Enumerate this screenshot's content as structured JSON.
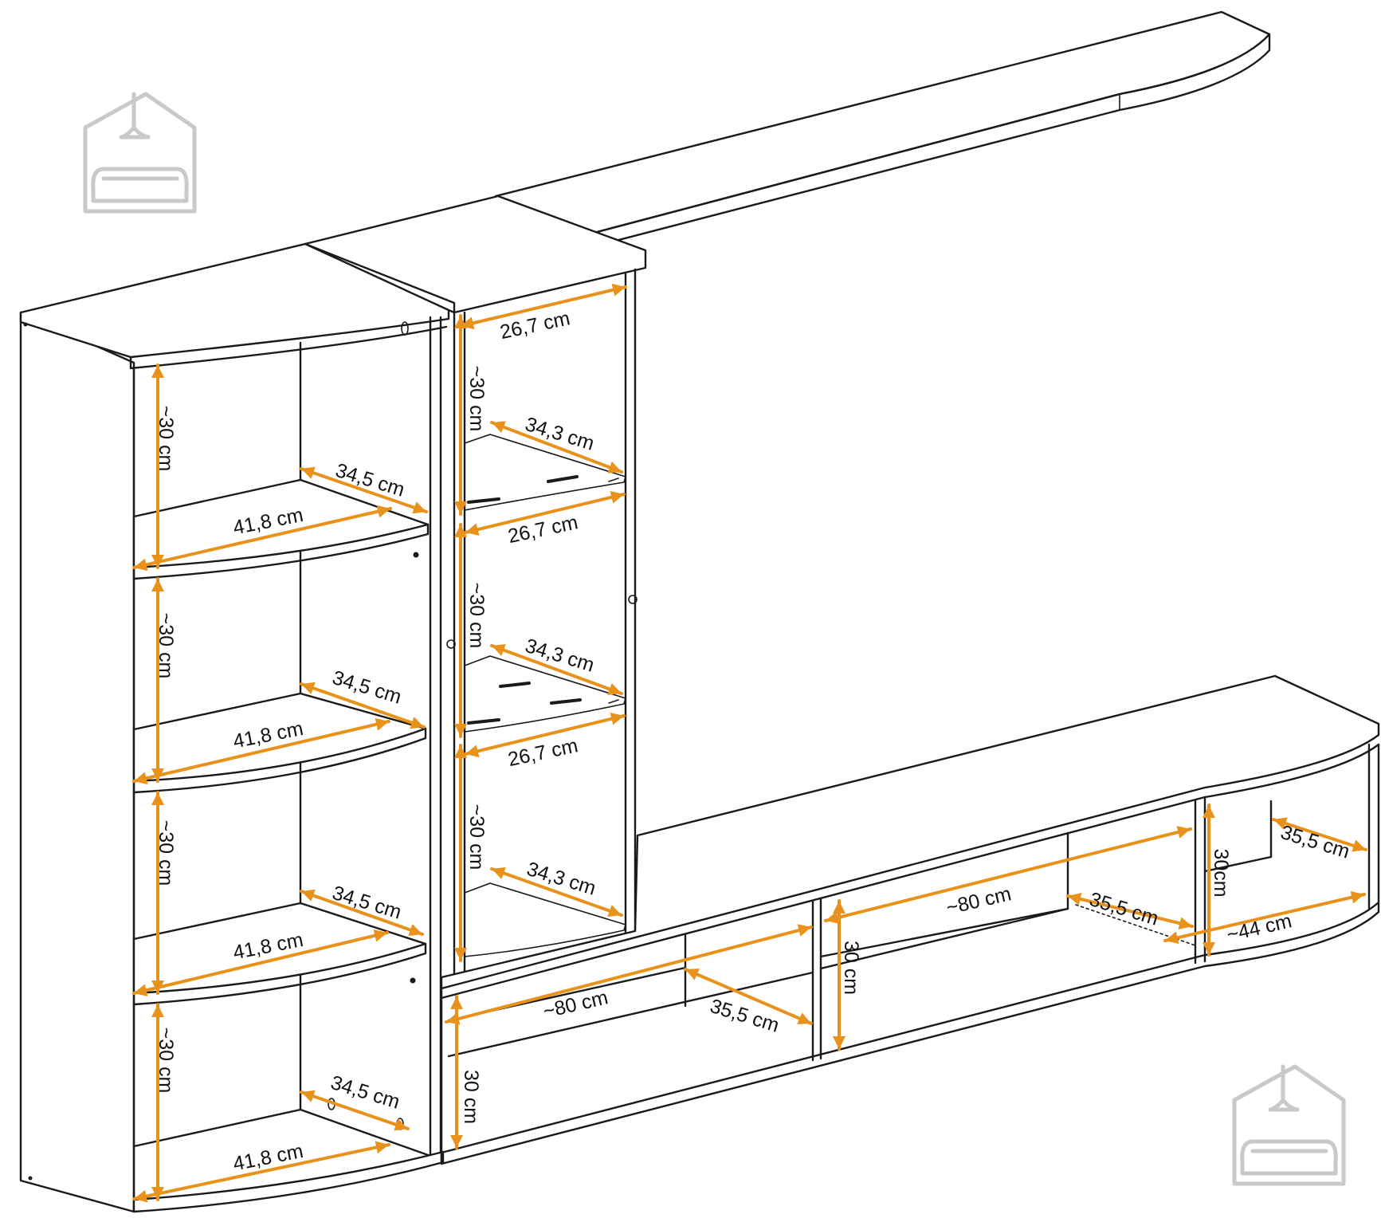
{
  "dimensions": [
    {
      "text": "~30 cm"
    },
    {
      "text": "34,5 cm"
    },
    {
      "text": "41,8 cm"
    },
    {
      "text": "~30 cm"
    },
    {
      "text": "34,5 cm"
    },
    {
      "text": "41,8 cm"
    },
    {
      "text": "~30 cm"
    },
    {
      "text": "34,5 cm"
    },
    {
      "text": "41,8 cm"
    },
    {
      "text": "~30 cm"
    },
    {
      "text": "34,5 cm"
    },
    {
      "text": "41,8 cm"
    },
    {
      "text": "26,7 cm"
    },
    {
      "text": "~30 cm"
    },
    {
      "text": "34,3 cm"
    },
    {
      "text": "26,7 cm"
    },
    {
      "text": "~30 cm"
    },
    {
      "text": "34,3 cm"
    },
    {
      "text": "26,7 cm"
    },
    {
      "text": "~30 cm"
    },
    {
      "text": "34,3 cm"
    },
    {
      "text": "~80 cm"
    },
    {
      "text": "35,5 cm"
    },
    {
      "text": "30 cm"
    },
    {
      "text": "~80 cm"
    },
    {
      "text": "35,5 cm"
    },
    {
      "text": "30 cm"
    },
    {
      "text": "30cm"
    },
    {
      "text": "35,5 cm"
    },
    {
      "text": "~44 cm"
    }
  ],
  "colors": {
    "line": "#1a1a1a",
    "dimension": "#e8921c",
    "watermark": "#c9c9c9",
    "background": "#ffffff"
  },
  "icons": [
    "house-sofa-logo-icon"
  ]
}
